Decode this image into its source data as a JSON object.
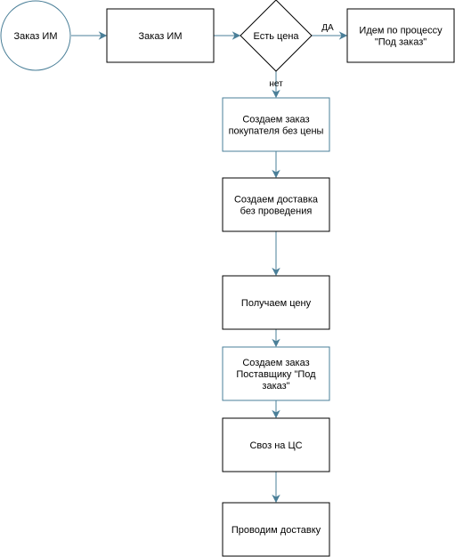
{
  "colors": {
    "edge": "#4a7f98",
    "stroke_blue": "#4a7f98",
    "stroke_black": "#000000",
    "fill": "#ffffff",
    "text": "#000000"
  },
  "nodes": {
    "start": {
      "lines": [
        "Заказ ИМ"
      ],
      "shape": "circle"
    },
    "order": {
      "lines": [
        "Заказ ИМ"
      ],
      "shape": "rectangle"
    },
    "decision": {
      "lines": [
        "Есть цена"
      ],
      "shape": "diamond"
    },
    "process_under_order": {
      "lines": [
        "Идем по процессу",
        "\"Под  заказ\""
      ],
      "shape": "rectangle"
    },
    "create_customer_order": {
      "lines": [
        "Создаем заказ",
        "покупателя без цены"
      ],
      "shape": "rectangle"
    },
    "create_delivery": {
      "lines": [
        "Создаем доставка",
        "без проведения"
      ],
      "shape": "rectangle"
    },
    "get_price": {
      "lines": [
        "Получаем цену"
      ],
      "shape": "rectangle"
    },
    "create_supplier_order": {
      "lines": [
        "Создаем заказ",
        "Поставщику \"Под",
        "заказ\""
      ],
      "shape": "rectangle"
    },
    "transfer_to_dc": {
      "lines": [
        "Своз на ЦС"
      ],
      "shape": "rectangle"
    },
    "post_delivery": {
      "lines": [
        "Проводим доставку"
      ],
      "shape": "rectangle"
    }
  },
  "edges": [
    {
      "from": "start",
      "to": "order",
      "label": ""
    },
    {
      "from": "order",
      "to": "decision",
      "label": ""
    },
    {
      "from": "decision",
      "to": "process_under_order",
      "label": "ДА"
    },
    {
      "from": "decision",
      "to": "create_customer_order",
      "label": "нет"
    },
    {
      "from": "create_customer_order",
      "to": "create_delivery",
      "label": ""
    },
    {
      "from": "create_delivery",
      "to": "get_price",
      "label": ""
    },
    {
      "from": "get_price",
      "to": "create_supplier_order",
      "label": ""
    },
    {
      "from": "create_supplier_order",
      "to": "transfer_to_dc",
      "label": ""
    },
    {
      "from": "transfer_to_dc",
      "to": "post_delivery",
      "label": ""
    }
  ]
}
